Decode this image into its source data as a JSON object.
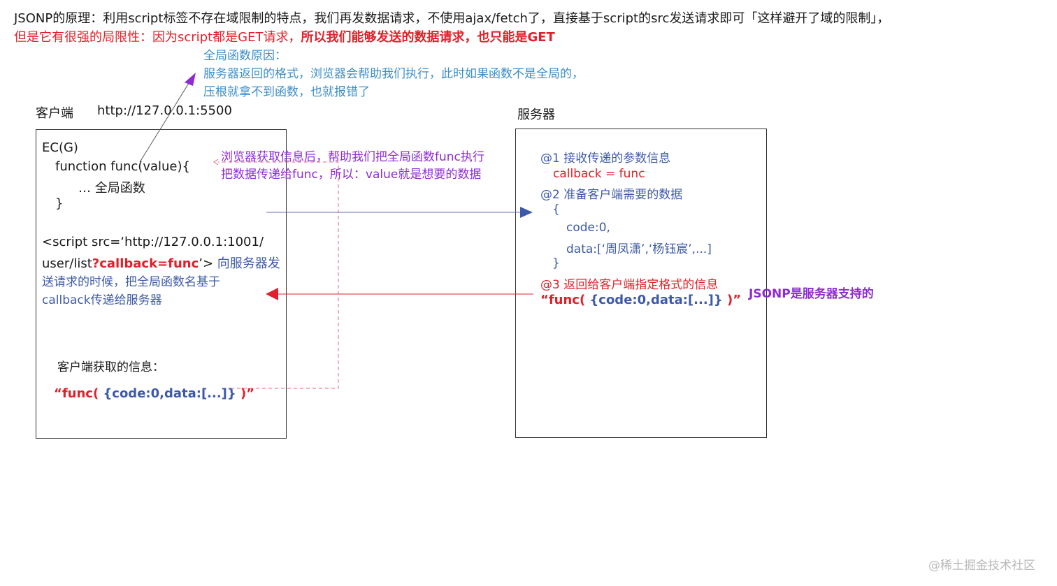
{
  "header": {
    "line1": "JSONP的原理：利用script标签不存在域限制的特点，我们再发数据请求，不使用ajax/fetch了，直接基于script的src发送请求即可「这样避开了域的限制」，",
    "line2_a": "但是它有很强的局限性：因为script都是GET请求，",
    "line2_b": "所以我们能够发送的数据请求，也只能是GET"
  },
  "global_note": {
    "title": "全局函数原因：",
    "line1": "服务器返回的格式，浏览器会帮助我们执行，此时如果函数不是全局的，",
    "line2": "压根就拿不到函数，也就报错了"
  },
  "client": {
    "label": "客户端",
    "url": "http://127.0.0.1:5500",
    "ec": "EC(G)",
    "func_decl": "function func(value){",
    "func_body": "… 全局函数",
    "func_close": "}",
    "script_line1": "<script src=‘http://127.0.0.1:1001/",
    "script_line2_a": "user/list",
    "script_line2_b": "?callback=func",
    "script_line2_c": "’>",
    "script_note_1": "向服务器发",
    "script_note_2": "送请求的时候，把全局函数名基于",
    "script_note_3": "callback传递给服务器",
    "received_label": "客户端获取的信息：",
    "received_a": "“func(",
    "received_b": " {code:0,data:[...]}",
    "received_c": " )”"
  },
  "browser_note": {
    "line1": "浏览器获取信息后，帮助我们把全局函数func执行",
    "line2": "把数据传递给func，所以：value就是想要的数据"
  },
  "server": {
    "label": "服务器",
    "step1": "@1 接收传递的参数信息",
    "callback": "callback = func",
    "step2": "@2 准备客户端需要的数据",
    "brace_open": "{",
    "code": "code:0,",
    "data": "data:[‘周凤潇’,‘杨钰宸’,...]",
    "brace_close": "}",
    "step3": "@3 返回给客户端指定格式的信息",
    "ret_a": "“func(",
    "ret_b": " {code:0,data:[...]}",
    "ret_c": " )”"
  },
  "side_note": "JSONP是服务器支持的",
  "watermark": "@稀土掘金技术社区",
  "colors": {
    "red": "#e0202a",
    "blue": "#3d5aa8",
    "purple": "#8e2bd1",
    "note_blue": "#3b8ec7",
    "pink_dash": "#e8607a"
  }
}
